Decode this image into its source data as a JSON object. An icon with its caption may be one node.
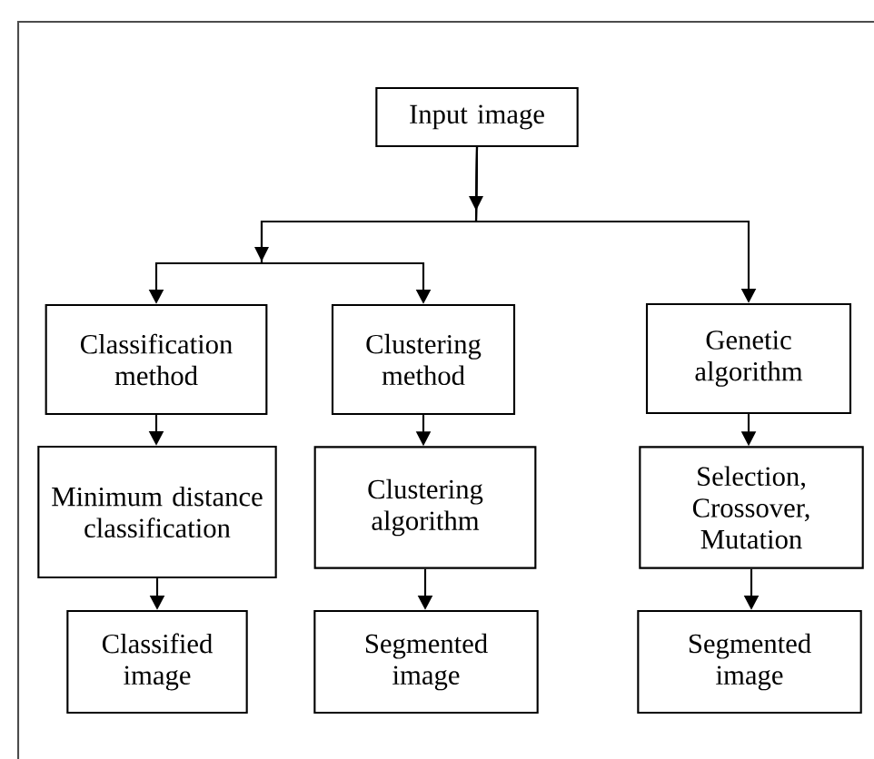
{
  "diagram": {
    "nodes": [
      {
        "text": [
          "Input image"
        ]
      },
      {
        "text": [
          "Classification method"
        ]
      },
      {
        "text": [
          "Clustering method"
        ]
      },
      {
        "text": [
          "Genetic algorithm"
        ]
      },
      {
        "text": [
          "Minimum distance classification"
        ]
      },
      {
        "text": [
          "Clustering algorithm"
        ]
      },
      {
        "text": [
          "Selection, Crossover, Mutation"
        ]
      },
      {
        "text": [
          "Classified image"
        ]
      },
      {
        "text": [
          "Segmented image"
        ]
      },
      {
        "text": [
          "Segmented image"
        ]
      }
    ],
    "edges": [
      {
        "from": 0,
        "to": 1,
        "arrow": "to"
      },
      {
        "from": 0,
        "to": 2,
        "arrow": "to"
      },
      {
        "from": 0,
        "to": 3,
        "arrow": "to"
      },
      {
        "from": 1,
        "to": 4,
        "arrow": "to"
      },
      {
        "from": 2,
        "to": 5,
        "arrow": "to"
      },
      {
        "from": 3,
        "to": 6,
        "arrow": "to"
      },
      {
        "from": 4,
        "to": 7,
        "arrow": "to"
      },
      {
        "from": 5,
        "to": 8,
        "arrow": "to"
      },
      {
        "from": 6,
        "to": 9,
        "arrow": "to"
      }
    ]
  }
}
